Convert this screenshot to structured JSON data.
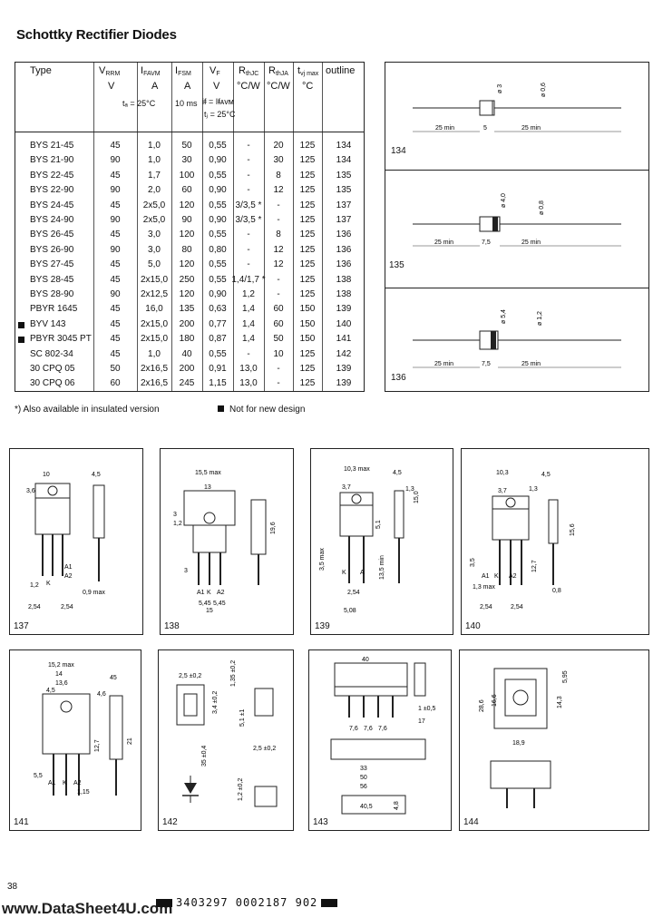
{
  "page_title": "Schottky Rectifier Diodes",
  "table": {
    "headers": {
      "type": "Type",
      "vrrm": "V",
      "vrrm_sub": "RRM",
      "ifavm": "I",
      "ifavm_sub": "FAVM",
      "ifsm": "I",
      "ifsm_sub": "FSM",
      "vf": "V",
      "vf_sub": "F",
      "rthjc": "R",
      "rthjc_sub": "thJC",
      "rthja": "R",
      "rthja_sub": "thJA",
      "tvj": "t",
      "tvj_sub": "vj max",
      "outline": "outline"
    },
    "units": {
      "vrrm": "V",
      "ifavm": "A",
      "ifsm": "A",
      "vf": "V",
      "rthjc": "°C/W",
      "rthja": "°C/W",
      "tvj": "°C"
    },
    "conditions": {
      "ifavm": "tₐ = 25°C",
      "ifsm": "10 ms",
      "vf_a": "iᵮ = Iᵮᴀᴠᴍ",
      "vf_b": "tⱼ = 25°C"
    },
    "rows": [
      {
        "mark": false,
        "type": "BYS 21-45",
        "vrrm": "45",
        "ifavm": "1,0",
        "ifsm": "50",
        "vf": "0,55",
        "rthjc": "-",
        "rthja": "20",
        "tvj": "125",
        "outline": "134"
      },
      {
        "mark": false,
        "type": "BYS 21-90",
        "vrrm": "90",
        "ifavm": "1,0",
        "ifsm": "30",
        "vf": "0,90",
        "rthjc": "-",
        "rthja": "30",
        "tvj": "125",
        "outline": "134"
      },
      {
        "mark": false,
        "type": "BYS 22-45",
        "vrrm": "45",
        "ifavm": "1,7",
        "ifsm": "100",
        "vf": "0,55",
        "rthjc": "-",
        "rthja": "8",
        "tvj": "125",
        "outline": "135"
      },
      {
        "mark": false,
        "type": "BYS 22-90",
        "vrrm": "90",
        "ifavm": "2,0",
        "ifsm": "60",
        "vf": "0,90",
        "rthjc": "-",
        "rthja": "12",
        "tvj": "125",
        "outline": "135"
      },
      {
        "mark": false,
        "type": "BYS 24-45",
        "vrrm": "45",
        "ifavm": "2x5,0",
        "ifsm": "120",
        "vf": "0,55",
        "rthjc": "3/3,5 *",
        "rthja": "-",
        "tvj": "125",
        "outline": "137"
      },
      {
        "mark": false,
        "type": "BYS 24-90",
        "vrrm": "90",
        "ifavm": "2x5,0",
        "ifsm": "90",
        "vf": "0,90",
        "rthjc": "3/3,5 *",
        "rthja": "-",
        "tvj": "125",
        "outline": "137"
      },
      {
        "mark": false,
        "type": "BYS 26-45",
        "vrrm": "45",
        "ifavm": "3,0",
        "ifsm": "120",
        "vf": "0,55",
        "rthjc": "-",
        "rthja": "8",
        "tvj": "125",
        "outline": "136"
      },
      {
        "mark": false,
        "type": "BYS 26-90",
        "vrrm": "90",
        "ifavm": "3,0",
        "ifsm": "80",
        "vf": "0,80",
        "rthjc": "-",
        "rthja": "12",
        "tvj": "125",
        "outline": "136"
      },
      {
        "mark": false,
        "type": "BYS 27-45",
        "vrrm": "45",
        "ifavm": "5,0",
        "ifsm": "120",
        "vf": "0,55",
        "rthjc": "-",
        "rthja": "12",
        "tvj": "125",
        "outline": "136"
      },
      {
        "mark": false,
        "type": "BYS 28-45",
        "vrrm": "45",
        "ifavm": "2x15,0",
        "ifsm": "250",
        "vf": "0,55",
        "rthjc": "1,4/1,7 *",
        "rthja": "-",
        "tvj": "125",
        "outline": "138"
      },
      {
        "mark": false,
        "type": "BYS 28-90",
        "vrrm": "90",
        "ifavm": "2x12,5",
        "ifsm": "120",
        "vf": "0,90",
        "rthjc": "1,2",
        "rthja": "-",
        "tvj": "125",
        "outline": "138"
      },
      {
        "mark": false,
        "type": "PBYR 1645",
        "vrrm": "45",
        "ifavm": "16,0",
        "ifsm": "135",
        "vf": "0,63",
        "rthjc": "1,4",
        "rthja": "60",
        "tvj": "150",
        "outline": "139"
      },
      {
        "mark": true,
        "type": "BYV 143",
        "vrrm": "45",
        "ifavm": "2x15,0",
        "ifsm": "200",
        "vf": "0,77",
        "rthjc": "1,4",
        "rthja": "60",
        "tvj": "150",
        "outline": "140"
      },
      {
        "mark": true,
        "type": "PBYR 3045 PT",
        "vrrm": "45",
        "ifavm": "2x15,0",
        "ifsm": "180",
        "vf": "0,87",
        "rthjc": "1,4",
        "rthja": "50",
        "tvj": "150",
        "outline": "141"
      },
      {
        "mark": false,
        "type": "SC 802-34",
        "vrrm": "45",
        "ifavm": "1,0",
        "ifsm": "40",
        "vf": "0,55",
        "rthjc": "-",
        "rthja": "10",
        "tvj": "125",
        "outline": "142"
      },
      {
        "mark": false,
        "type": "30 CPQ 05",
        "vrrm": "50",
        "ifavm": "2x16,5",
        "ifsm": "200",
        "vf": "0,91",
        "rthjc": "13,0",
        "rthja": "-",
        "tvj": "125",
        "outline": "139"
      },
      {
        "mark": false,
        "type": "30 CPQ 06",
        "vrrm": "60",
        "ifavm": "2x16,5",
        "ifsm": "245",
        "vf": "1,15",
        "rthjc": "13,0",
        "rthja": "-",
        "tvj": "125",
        "outline": "139"
      }
    ]
  },
  "footnotes": {
    "insulated": "*)   Also available in insulated version",
    "not_new": "Not for new design"
  },
  "outlines": {
    "o134": {
      "label": "134",
      "dims": [
        "25 min",
        "5",
        "25 min",
        "ø 3",
        "ø 0,6"
      ]
    },
    "o135": {
      "label": "135",
      "dims": [
        "25 min",
        "7,5",
        "25 min",
        "ø 4,0",
        "ø 0,8"
      ]
    },
    "o136": {
      "label": "136",
      "dims": [
        "25 min",
        "7,5",
        "25 min",
        "ø 5,4",
        "ø 1,2"
      ]
    },
    "o137": {
      "label": "137",
      "dims": [
        "10",
        "3,6",
        "4,5",
        "2,54",
        "2,54",
        "1,2",
        "0,9 max",
        "A1",
        "A2",
        "K"
      ]
    },
    "o138": {
      "label": "138",
      "dims": [
        "15,5 max",
        "13",
        "3",
        "1,2",
        "3",
        "5,45",
        "5,45",
        "15",
        "19,6",
        "A1",
        "K",
        "A2"
      ]
    },
    "o139": {
      "label": "139",
      "dims": [
        "10,3 max",
        "3,7",
        "4,5",
        "1,3",
        "15,0",
        "5,1",
        "3,5 max",
        "13,5 min",
        "2,54",
        "5,08",
        "K",
        "A"
      ]
    },
    "o140": {
      "label": "140",
      "dims": [
        "10,3",
        "4,5",
        "3,7",
        "1,3",
        "15,6",
        "3,5",
        "12,7",
        "1,3 max",
        "0,8",
        "2,54",
        "2,54",
        "A1",
        "A2",
        "K"
      ]
    },
    "o141": {
      "label": "141",
      "dims": [
        "15,2 max",
        "14",
        "13,6",
        "4,6",
        "45",
        "4,5",
        "12,7",
        "21",
        "5,5",
        "A1",
        "K",
        "A2",
        "1,15"
      ]
    },
    "o142": {
      "label": "142",
      "dims": [
        "2,5 ±0,2",
        "1,35 ±0,2",
        "3,4 ±0,2",
        "5,1 ±1",
        "2,5 ±0,2",
        "35 ±0,4",
        "1,2 ±0,2"
      ]
    },
    "o143": {
      "label": "143",
      "dims": [
        "40",
        "7,6",
        "7,6",
        "7,6",
        "1 ±0,5",
        "17",
        "33",
        "50",
        "56",
        "40,5",
        "4,8"
      ]
    },
    "o144": {
      "label": "144",
      "dims": [
        "28,6",
        "16,6",
        "14,3",
        "5,95",
        "18,9"
      ]
    }
  },
  "page_number": "38",
  "barcode_text": "3403297 0002187 902",
  "site": "www.DataSheet4U.com"
}
